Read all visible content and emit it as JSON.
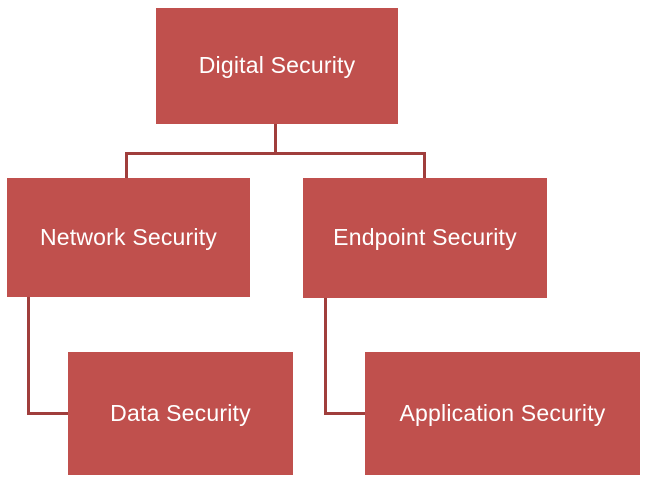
{
  "diagram": {
    "type": "hierarchy-org-chart",
    "colors": {
      "background": "#ffffff",
      "box_fill": "#c0504d",
      "connector": "#a03e3c",
      "text": "#ffffff"
    },
    "nodes": [
      {
        "id": "digital",
        "label": "Digital Security",
        "level": 1
      },
      {
        "id": "network",
        "label": "Network Security",
        "level": 2
      },
      {
        "id": "endpoint",
        "label": "Endpoint Security",
        "level": 2
      },
      {
        "id": "data",
        "label": "Data Security",
        "level": 3
      },
      {
        "id": "application",
        "label": "Application Security",
        "level": 3
      }
    ],
    "edges": [
      {
        "from": "digital",
        "to": "network"
      },
      {
        "from": "digital",
        "to": "endpoint"
      },
      {
        "from": "network",
        "to": "data"
      },
      {
        "from": "endpoint",
        "to": "application"
      }
    ]
  }
}
